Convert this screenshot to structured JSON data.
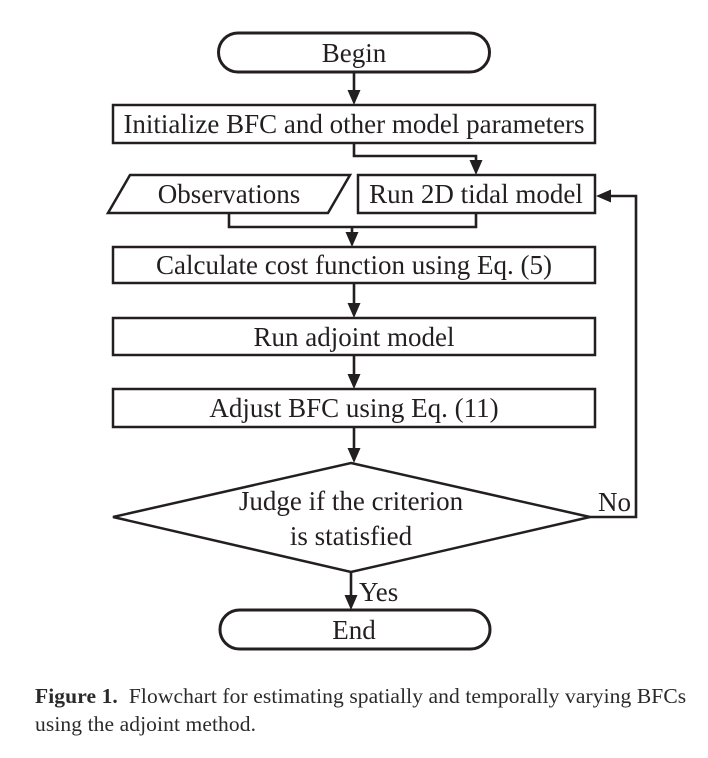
{
  "figure": {
    "colors": {
      "ink": "#231f20",
      "background": "#ffffff"
    },
    "nodes": {
      "begin": {
        "type": "terminator",
        "label": "Begin"
      },
      "initialize": {
        "type": "process",
        "label": "Initialize BFC and other model parameters"
      },
      "observations": {
        "type": "data",
        "label": "Observations"
      },
      "run_tidal_model": {
        "type": "process",
        "label": "Run 2D tidal model"
      },
      "cost_function": {
        "type": "process",
        "label": "Calculate cost function using Eq. (5)"
      },
      "adjoint_model": {
        "type": "process",
        "label": "Run adjoint model"
      },
      "adjust_bfc": {
        "type": "process",
        "label": "Adjust BFC using Eq. (11)"
      },
      "judge": {
        "type": "decision",
        "line1": "Judge if the criterion",
        "line2": "is statisfied"
      },
      "end": {
        "type": "terminator",
        "label": "End"
      }
    },
    "labels": {
      "yes": "Yes",
      "no": "No"
    }
  },
  "caption": {
    "label": "Figure 1.",
    "line1": "Flowchart for estimating spatially and temporally varying BFCs",
    "line2": "using the adjoint method."
  }
}
